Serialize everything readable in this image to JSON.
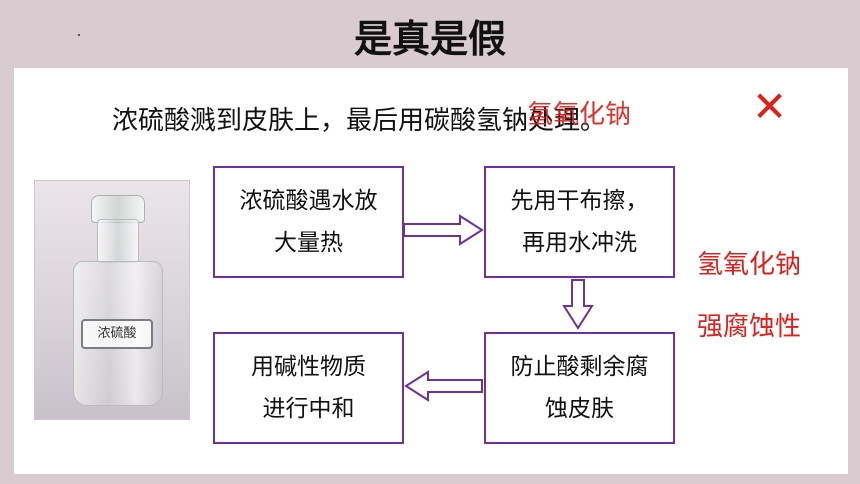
{
  "title": "是真是假",
  "statement": "浓硫酸溅到皮肤上，最后用碳酸氢钠处理。",
  "overlay_text": "氢氧化钠",
  "verdict_mark": "✕",
  "photo": {
    "label": "浓硫酸"
  },
  "flow": {
    "box1": {
      "line1": "浓硫酸遇水放",
      "line2": "大量热"
    },
    "box2": {
      "line1": "先用干布擦，",
      "line2": "再用水冲洗"
    },
    "box3": {
      "line1": "防止酸剩余腐",
      "line2": "蚀皮肤"
    },
    "box4": {
      "line1": "用碱性物质",
      "line2": "进行中和"
    }
  },
  "side_note": {
    "line1": "氢氧化钠",
    "line2": "强腐蚀性"
  },
  "colors": {
    "accent_red": "#e0201b",
    "box_border": "#7030a0",
    "background": "#d9ccd0"
  }
}
